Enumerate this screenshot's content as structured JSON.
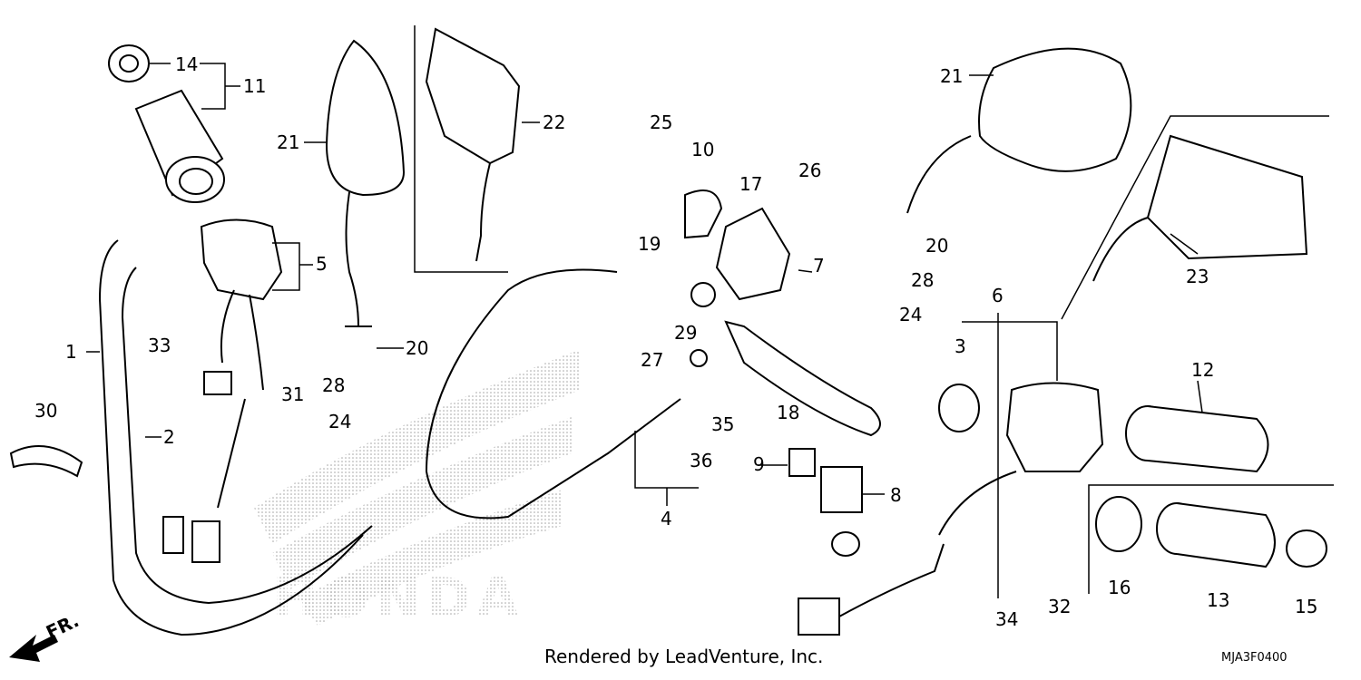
{
  "footer": {
    "credit": "Rendered by LeadVenture, Inc.",
    "code": "MJA3F0400"
  },
  "front_indicator": "FR.",
  "watermark": "HONDA",
  "callouts": {
    "c1": "1",
    "c2": "2",
    "c4": "4",
    "c5": "5",
    "c7": "7",
    "c8": "8",
    "c9": "9",
    "c10": "10",
    "c11": "11",
    "c12": "12",
    "c13": "13",
    "c14": "14",
    "c15": "15",
    "c16": "16",
    "c17": "17",
    "c18": "18",
    "c19": "19",
    "c20a": "20",
    "c20b": "20",
    "c21a": "21",
    "c21b": "21",
    "c22": "22",
    "c23": "23",
    "c24a": "24",
    "c24b": "24",
    "c25": "25",
    "c26": "26",
    "c27": "27",
    "c28a": "28",
    "c28b": "28",
    "c29": "29",
    "c30": "30",
    "c31": "31",
    "c32": "32",
    "c33": "33",
    "c34": "34",
    "c35": "35",
    "c36": "36",
    "c3": "3",
    "c6": "6"
  }
}
